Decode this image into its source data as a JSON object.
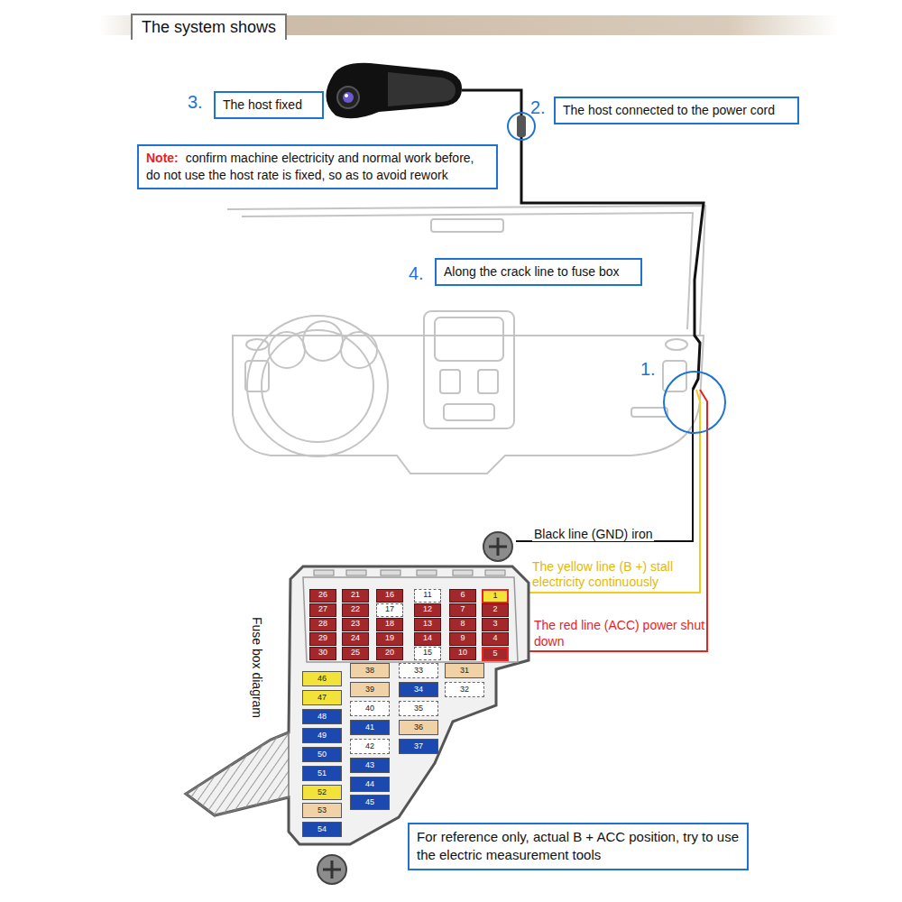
{
  "diagram": {
    "title": "The system shows",
    "nodes": [
      {
        "text": [
          "The host fixed"
        ]
      },
      {
        "text": [
          "The host connected to the power cord"
        ]
      },
      {
        "text": [
          "Note:",
          "confirm machine electricity and normal work before, do not use the host rate is fixed, so as to avoid rework"
        ]
      },
      {
        "text": [
          "Along the crack line to fuse box"
        ]
      },
      {
        "text": [
          "For reference only, actual B + ACC position, try to use the electric measurement tools"
        ]
      },
      {
        "text": [
          "1"
        ]
      },
      {
        "text": [
          "2"
        ]
      },
      {
        "text": [
          "3"
        ]
      },
      {
        "text": [
          "4"
        ]
      },
      {
        "text": [
          "5"
        ]
      },
      {
        "text": [
          "6"
        ]
      },
      {
        "text": [
          "7"
        ]
      },
      {
        "text": [
          "8"
        ]
      },
      {
        "text": [
          "9"
        ]
      },
      {
        "text": [
          "10"
        ]
      },
      {
        "text": [
          "11"
        ]
      },
      {
        "text": [
          "12"
        ]
      },
      {
        "text": [
          "13"
        ]
      },
      {
        "text": [
          "14"
        ]
      },
      {
        "text": [
          "15"
        ]
      },
      {
        "text": [
          "16"
        ]
      },
      {
        "text": [
          "17"
        ]
      },
      {
        "text": [
          "18"
        ]
      },
      {
        "text": [
          "19"
        ]
      },
      {
        "text": [
          "20"
        ]
      },
      {
        "text": [
          "21"
        ]
      },
      {
        "text": [
          "22"
        ]
      },
      {
        "text": [
          "23"
        ]
      },
      {
        "text": [
          "24"
        ]
      },
      {
        "text": [
          "25"
        ]
      },
      {
        "text": [
          "26"
        ]
      },
      {
        "text": [
          "27"
        ]
      },
      {
        "text": [
          "28"
        ]
      },
      {
        "text": [
          "29"
        ]
      },
      {
        "text": [
          "30"
        ]
      },
      {
        "text": [
          "31"
        ]
      },
      {
        "text": [
          "32"
        ]
      },
      {
        "text": [
          "33"
        ]
      },
      {
        "text": [
          "34"
        ]
      },
      {
        "text": [
          "35"
        ]
      },
      {
        "text": [
          "36"
        ]
      },
      {
        "text": [
          "37"
        ]
      },
      {
        "text": [
          "38"
        ]
      },
      {
        "text": [
          "39"
        ]
      },
      {
        "text": [
          "40"
        ]
      },
      {
        "text": [
          "41"
        ]
      },
      {
        "text": [
          "42"
        ]
      },
      {
        "text": [
          "43"
        ]
      },
      {
        "text": [
          "44"
        ]
      },
      {
        "text": [
          "45"
        ]
      },
      {
        "text": [
          "46"
        ]
      },
      {
        "text": [
          "47"
        ]
      },
      {
        "text": [
          "48"
        ]
      },
      {
        "text": [
          "49"
        ]
      },
      {
        "text": [
          "50"
        ]
      },
      {
        "text": [
          "51"
        ]
      },
      {
        "text": [
          "52"
        ]
      },
      {
        "text": [
          "53"
        ]
      },
      {
        "text": [
          "54"
        ]
      }
    ],
    "labels": [
      "3.",
      "2.",
      "4.",
      "1.",
      "Black line (GND) iron",
      "The yellow line (B +) stall electricity continuously",
      "The red line (ACC) power shut down",
      "Fuse box diagram"
    ]
  }
}
